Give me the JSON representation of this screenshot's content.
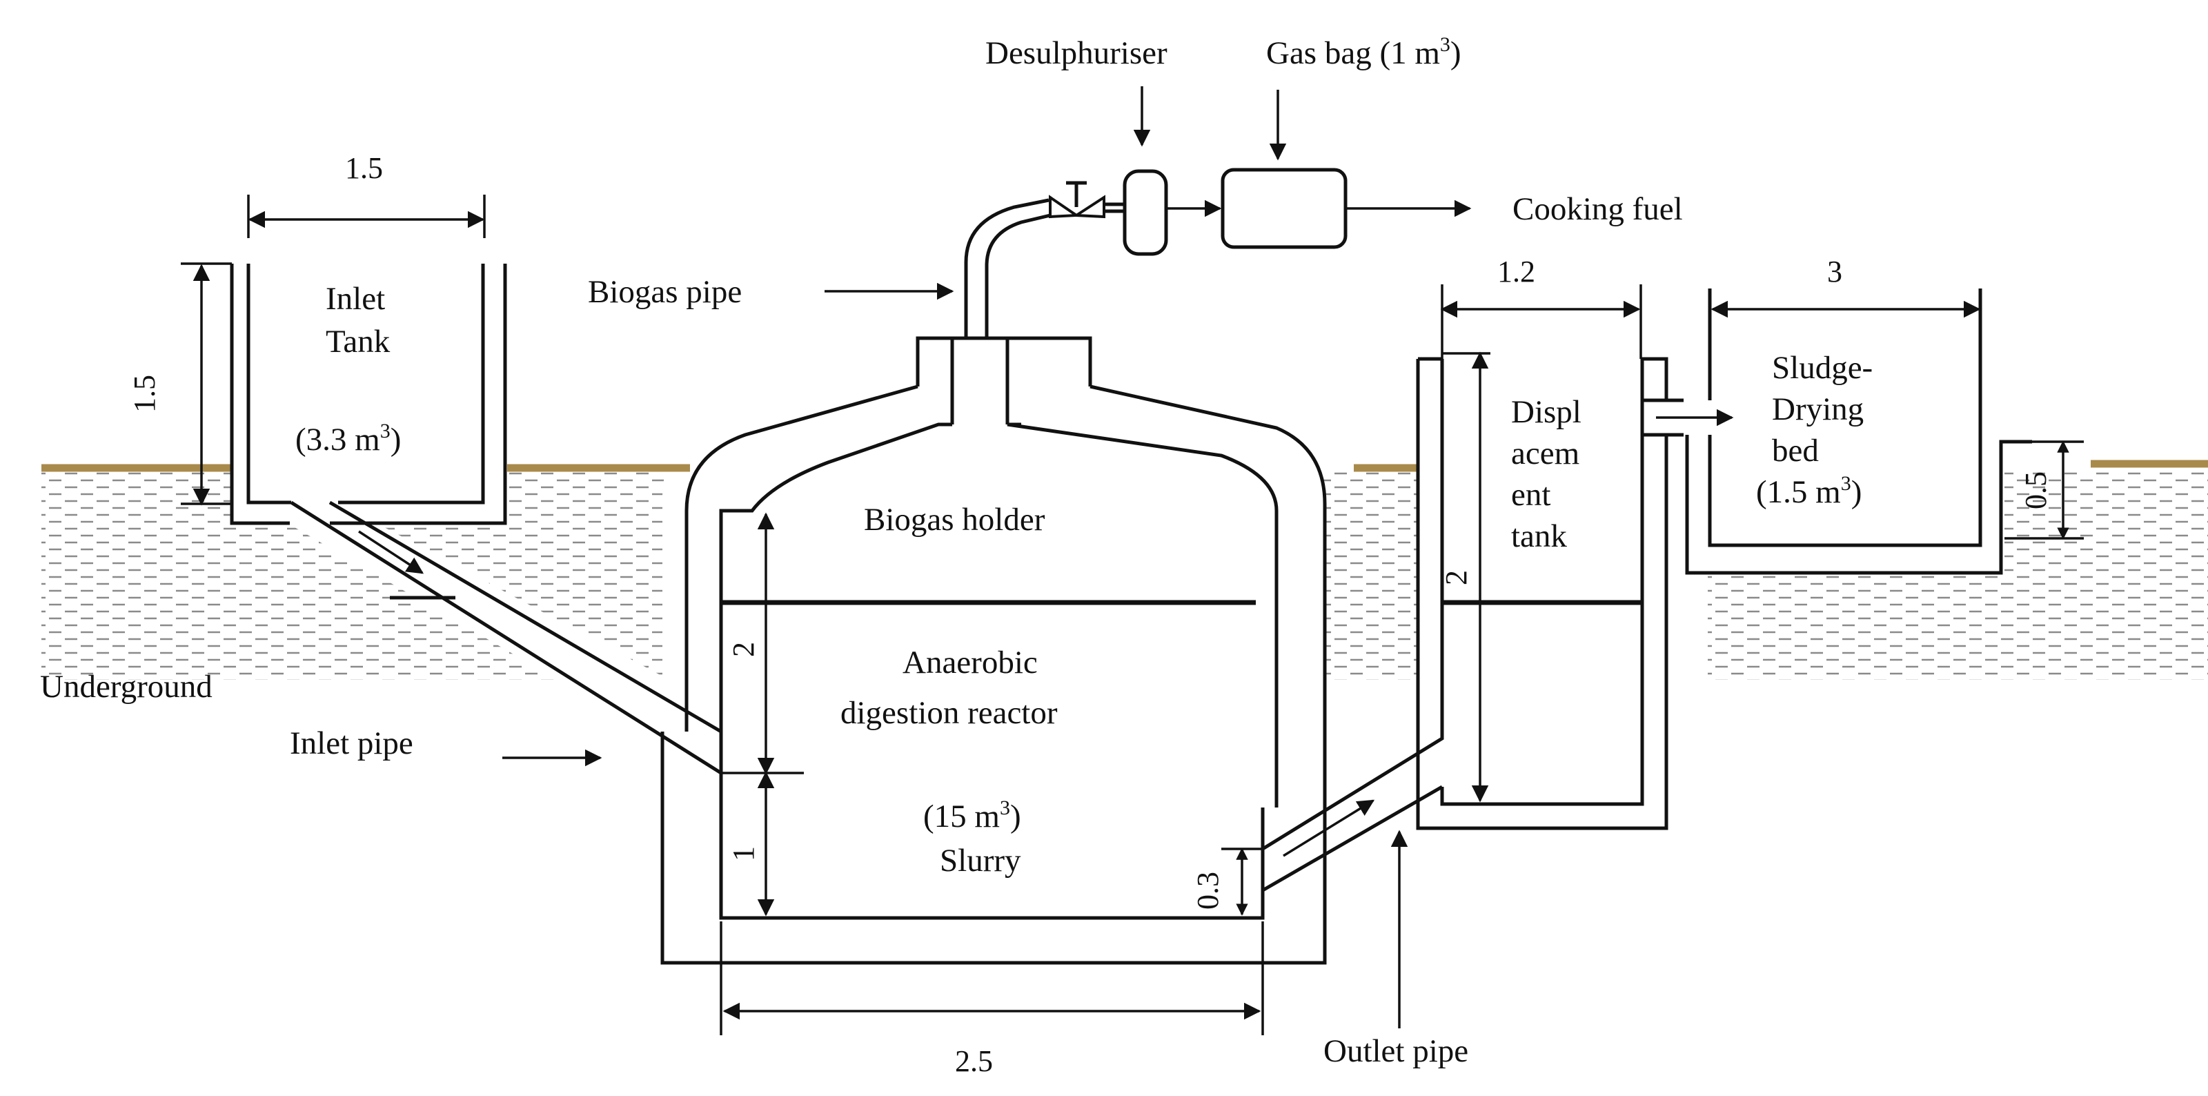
{
  "diagram": {
    "labels": {
      "desulphuriser": "Desulphuriser",
      "gas_bag": "Gas bag (1 m",
      "gas_bag_sup": "3",
      "gas_bag_close": ")",
      "cooking_fuel": "Cooking fuel",
      "biogas_pipe": "Biogas pipe",
      "inlet_tank_1": "Inlet",
      "inlet_tank_2": "Tank",
      "inlet_tank_vol": "(3.3 m",
      "inlet_tank_vol_sup": "3",
      "inlet_tank_vol_close": ")",
      "biogas_holder": "Biogas holder",
      "reactor_1": "Anaerobic",
      "reactor_2": "digestion reactor",
      "reactor_vol": "(15 m",
      "reactor_vol_sup": "3",
      "reactor_vol_close": ")",
      "slurry": "Slurry",
      "underground": "Underground",
      "inlet_pipe": "Inlet pipe",
      "outlet_pipe": "Outlet pipe",
      "displacement_1": "Displ",
      "displacement_2": "acem",
      "displacement_3": "ent",
      "displacement_4": "tank",
      "sludge_1": "Sludge-",
      "sludge_2": "Drying",
      "sludge_3": "bed",
      "sludge_vol": "(1.5 m",
      "sludge_vol_sup": "3",
      "sludge_vol_close": ")"
    },
    "dimensions": {
      "inlet_tank_width": "1.5",
      "inlet_tank_height": "1.5",
      "gas_holder_height": "2",
      "slurry_height": "1",
      "outlet_height": "0.3",
      "reactor_width": "2.5",
      "displacement_width": "1.2",
      "displacement_height": "2",
      "sludge_bed_width": "3",
      "sludge_bed_height": "0.5"
    },
    "colors": {
      "ground_line": "#a88a4a",
      "soil_dash": "#8a8a8a",
      "stroke": "#111111"
    }
  }
}
